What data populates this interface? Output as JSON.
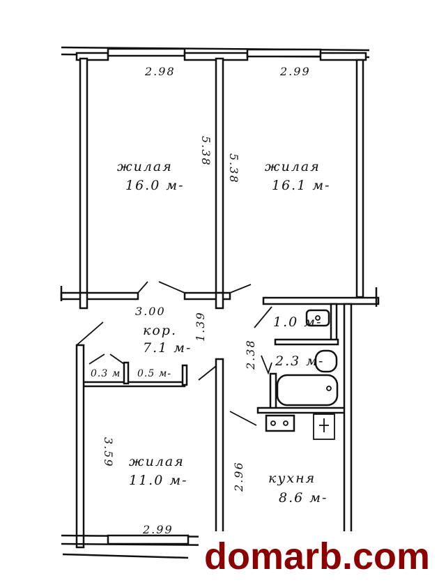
{
  "rooms": [
    {
      "name": "жилая",
      "area": "16.0 м-"
    },
    {
      "name": "жилая",
      "area": "16.1 м-"
    },
    {
      "name": "кор.",
      "area": "7.1 м-"
    },
    {
      "name": "жилая",
      "area": "11.0 м-"
    },
    {
      "name": "кухня",
      "area": "8.6 м-"
    }
  ],
  "small_areas": {
    "closet1": "0.3 м",
    "closet2": "0.5 м-",
    "toilet": "1.0 м-",
    "bath": "2.3 м-"
  },
  "dimensions": {
    "room1_width": "2.98",
    "room2_width": "2.99",
    "room1_length": "5.38",
    "room2_length": "5.38",
    "corridor_width": "3.00",
    "corridor_length": "1.39",
    "bath_length": "2.38",
    "room3_length": "3.59",
    "kitchen_length": "2.96",
    "room3_width": "2.99"
  },
  "watermark": "domarb.com",
  "colors": {
    "watermark": "#8b0000",
    "lines": "#111111"
  }
}
